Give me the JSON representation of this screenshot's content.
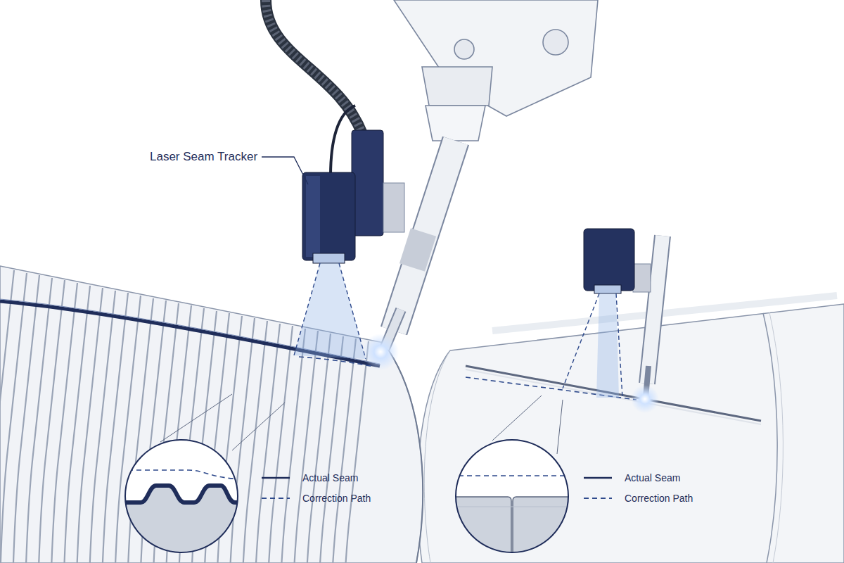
{
  "diagram": {
    "labels": [
      "Laser Seam Tracker"
    ],
    "legend": [
      {
        "text": "Actual Seam"
      },
      {
        "text": "Correction Path"
      },
      {
        "text": "Actual Seam"
      },
      {
        "text": "Correction Path"
      }
    ]
  }
}
